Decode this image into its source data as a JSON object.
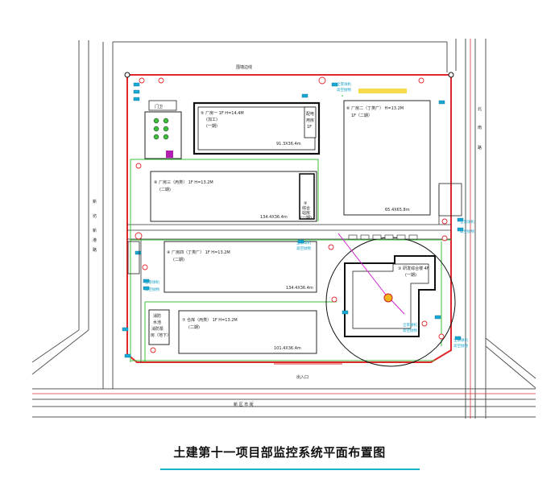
{
  "caption": "土建第十一项目部监控系统平面布置图",
  "labels": {
    "top_wall": "围墙边线",
    "gate": "出入口",
    "left_road": [
      "新",
      "坊",
      "新",
      "港",
      "路"
    ],
    "right_road": [
      "北",
      "南",
      "路"
    ],
    "bottom_road": "新 区 市 街",
    "guard_room": "门卫"
  },
  "buildings": {
    "plant1": {
      "title": "⑤ 厂房一 1F  H=14.4M",
      "subtitle": [
        "(加工)",
        "(一期)"
      ],
      "dims": "91.3X36.4m"
    },
    "side_room": {
      "lines": [
        "配电",
        "用房",
        "1F"
      ]
    },
    "plant2": {
      "title": "⑥ 厂房二（丁类厂） H=13.2M",
      "subtitle": "1F（二期）",
      "dims": "65.4X65.8m"
    },
    "plant3": {
      "title": "⑧ 厂房三（丙类） 1F  H=13.2M",
      "subtitle": "(二期)",
      "dims": "134.4X36.4m"
    },
    "complex": {
      "lines": [
        "⑨",
        "综合",
        "站房",
        "(一期)"
      ]
    },
    "plant4": {
      "title": "④ 厂房四（丁类厂） 1F  H=13.2M",
      "subtitle": "(二期)",
      "dims": "134.4X36.4m"
    },
    "warehouse": {
      "title": "⑦ 仓库（丙类） 1F  H=13.2M",
      "subtitle": "(二期)",
      "dims": "101.4X36.4m"
    },
    "office": {
      "title": "③ 研发综合楼 4F",
      "subtitle": "(一期)"
    },
    "pump": {
      "lines": [
        "消防",
        "水池",
        "消防泵",
        "房（地下）"
      ]
    }
  },
  "camera_notes": [
    "全景球机",
    "高空抛物"
  ],
  "colors": {
    "fence": "#e0272b",
    "cable": "#3bbf3b",
    "camera": "#17a9d4",
    "highlight": "#f2d21b",
    "wall": "#111111",
    "caption_line": "#17b3c9"
  }
}
